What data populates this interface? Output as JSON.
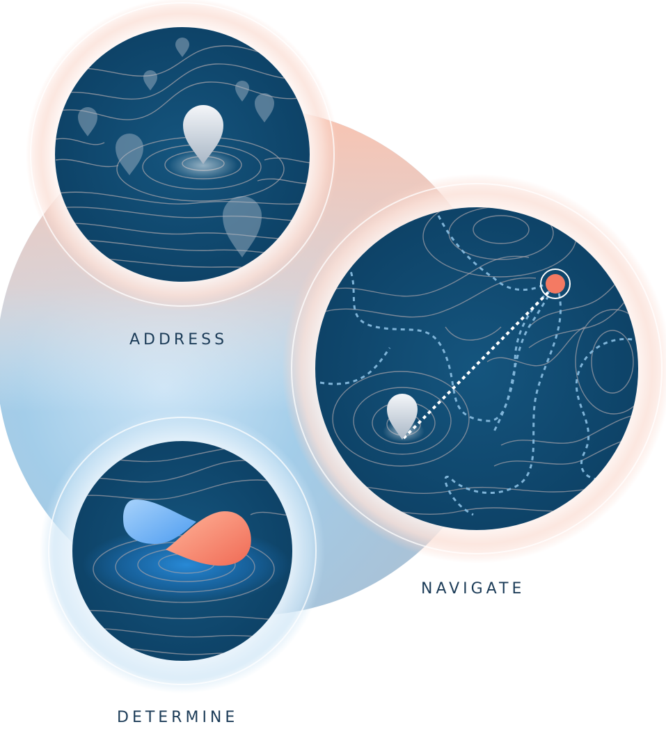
{
  "labels": {
    "address": "ADDRESS",
    "navigate": "NAVIGATE",
    "determine": "DETERMINE"
  },
  "colors": {
    "map_fill": "#0f4a70",
    "contour": "#a6a3a9",
    "accent_coral": "#f47a63",
    "accent_blue": "#5aa9f4",
    "pin_white": "#e9edf2",
    "label_text": "#1b3b57",
    "big_circle_top": "#f7c3b2",
    "big_circle_mid": "#b6d7ef"
  },
  "icons": {
    "address_pins": "map-pin-icon",
    "navigate_start": "map-pin-icon",
    "navigate_end": "destination-dot-icon",
    "determine_drops": "droplet-icon"
  }
}
